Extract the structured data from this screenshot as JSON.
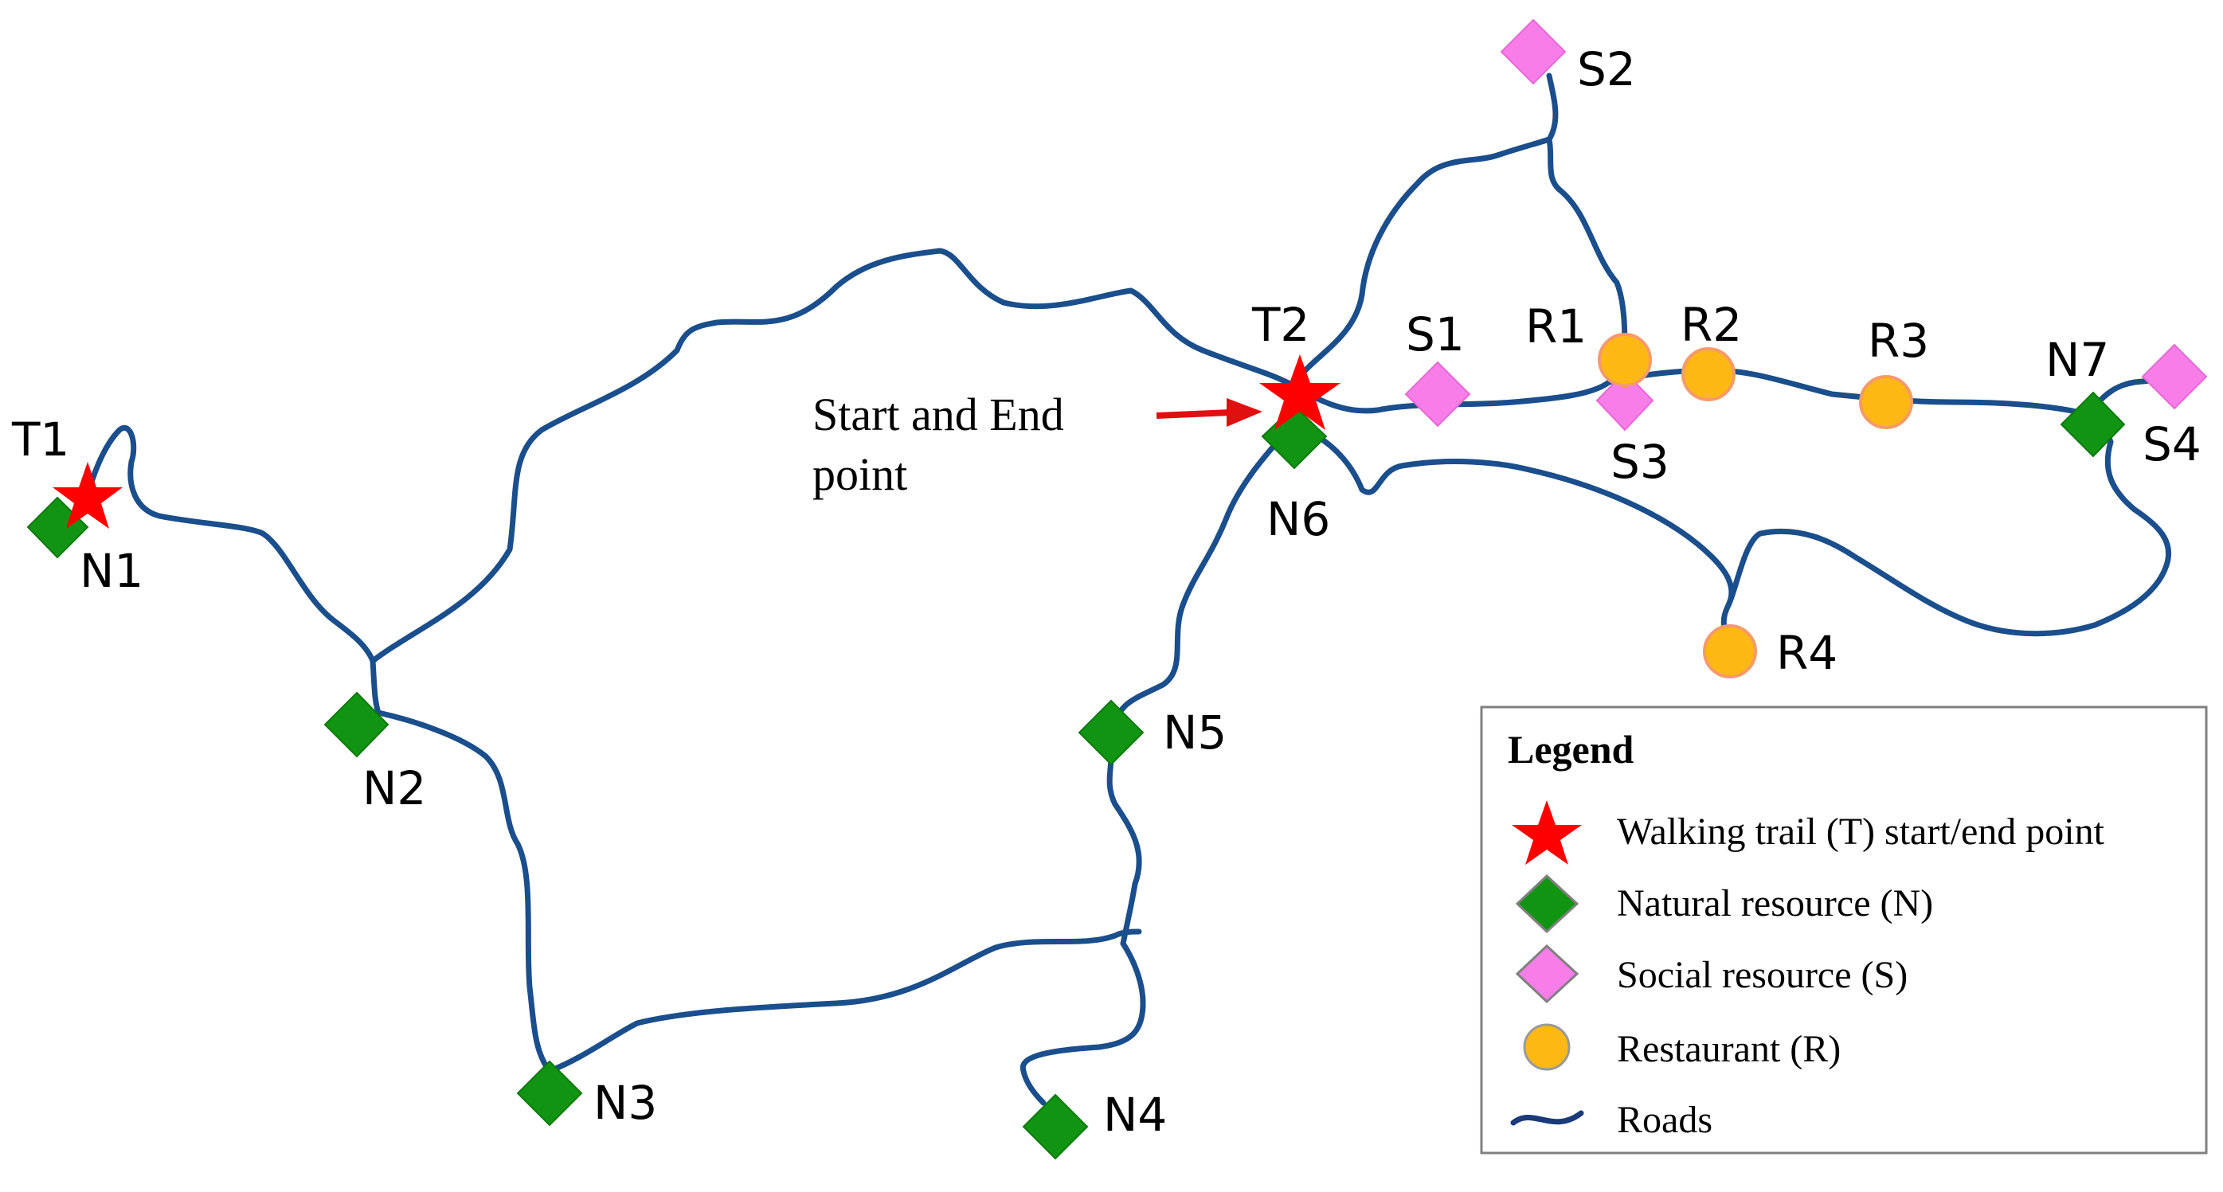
{
  "nodes": {
    "T1": {
      "label": "T1",
      "kind": "trail"
    },
    "T2": {
      "label": "T2",
      "kind": "trail"
    },
    "N1": {
      "label": "N1",
      "kind": "natural"
    },
    "N2": {
      "label": "N2",
      "kind": "natural"
    },
    "N3": {
      "label": "N3",
      "kind": "natural"
    },
    "N4": {
      "label": "N4",
      "kind": "natural"
    },
    "N5": {
      "label": "N5",
      "kind": "natural"
    },
    "N6": {
      "label": "N6",
      "kind": "natural"
    },
    "N7": {
      "label": "N7",
      "kind": "natural"
    },
    "S1": {
      "label": "S1",
      "kind": "social"
    },
    "S2": {
      "label": "S2",
      "kind": "social"
    },
    "S3": {
      "label": "S3",
      "kind": "social"
    },
    "S4": {
      "label": "S4",
      "kind": "social"
    },
    "R1": {
      "label": "R1",
      "kind": "restaurant"
    },
    "R2": {
      "label": "R2",
      "kind": "restaurant"
    },
    "R3": {
      "label": "R3",
      "kind": "restaurant"
    },
    "R4": {
      "label": "R4",
      "kind": "restaurant"
    }
  },
  "annotation": {
    "line1": "Start and End",
    "line2": "point"
  },
  "legend": {
    "title": "Legend",
    "items": [
      {
        "label": "Walking trail (T) start/end point",
        "icon": "star-icon"
      },
      {
        "label": "Natural resource (N)",
        "icon": "green-diamond-icon"
      },
      {
        "label": "Social resource (S)",
        "icon": "pink-diamond-icon"
      },
      {
        "label": "Restaurant (R)",
        "icon": "orange-circle-icon"
      },
      {
        "label": "Roads",
        "icon": "road-line-icon"
      }
    ]
  },
  "colors": {
    "road": "#1a4e8c",
    "trail_star": "#ff0000",
    "natural": "#119411",
    "social": "#f77ee8",
    "restaurant": "#fdb813",
    "arrow": "#e01010"
  }
}
